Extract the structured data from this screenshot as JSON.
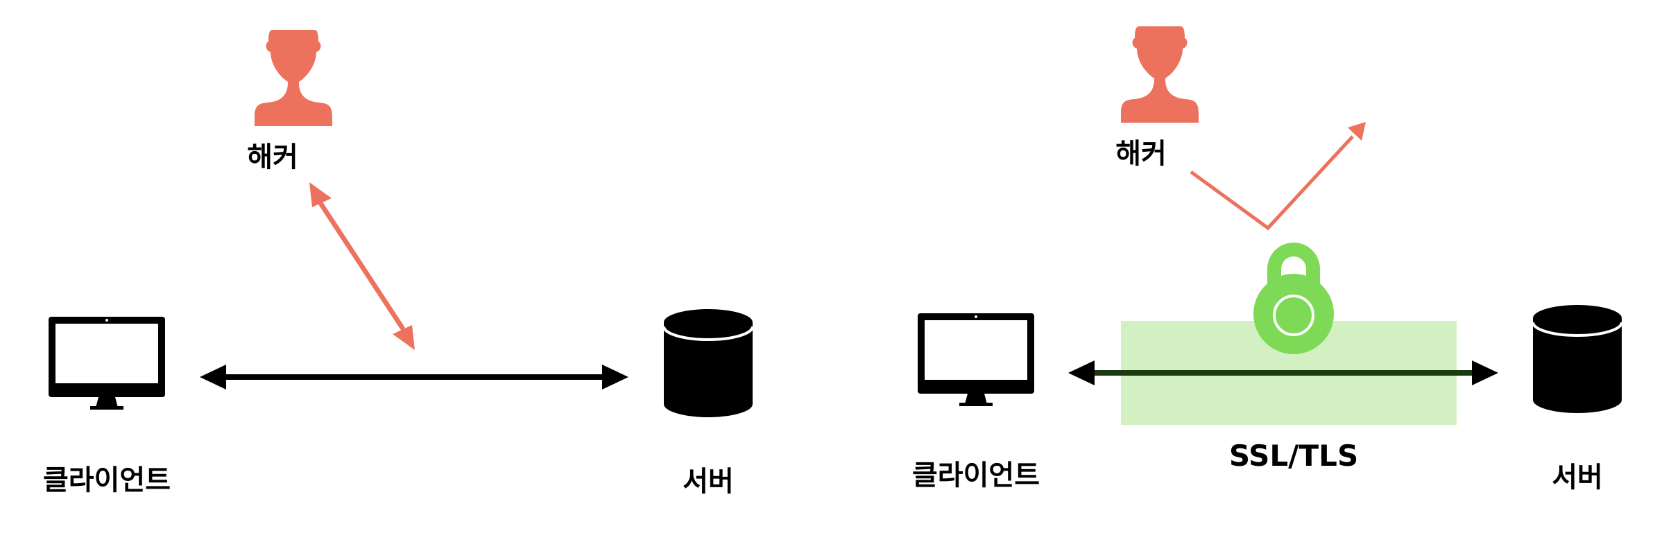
{
  "colors": {
    "hacker": "#EC725D",
    "lock": "#7ED957",
    "tunnel": "#D3F0C3",
    "foreground": "#000000",
    "background": "#FFFFFF"
  },
  "left_scene": {
    "hacker_label": "해커",
    "client_label": "클라이언트",
    "server_label": "서버",
    "hacker_arrow": "bidirectional",
    "connection": "bidirectional"
  },
  "right_scene": {
    "hacker_label": "해커",
    "client_label": "클라이언트",
    "server_label": "서버",
    "tunnel_label": "SSL/TLS",
    "hacker_arrow": "deflected",
    "connection": "bidirectional"
  },
  "icons": {
    "hacker": "person-silhouette-icon",
    "client": "monitor-icon",
    "server": "database-cylinder-icon",
    "lock": "padlock-icon"
  }
}
